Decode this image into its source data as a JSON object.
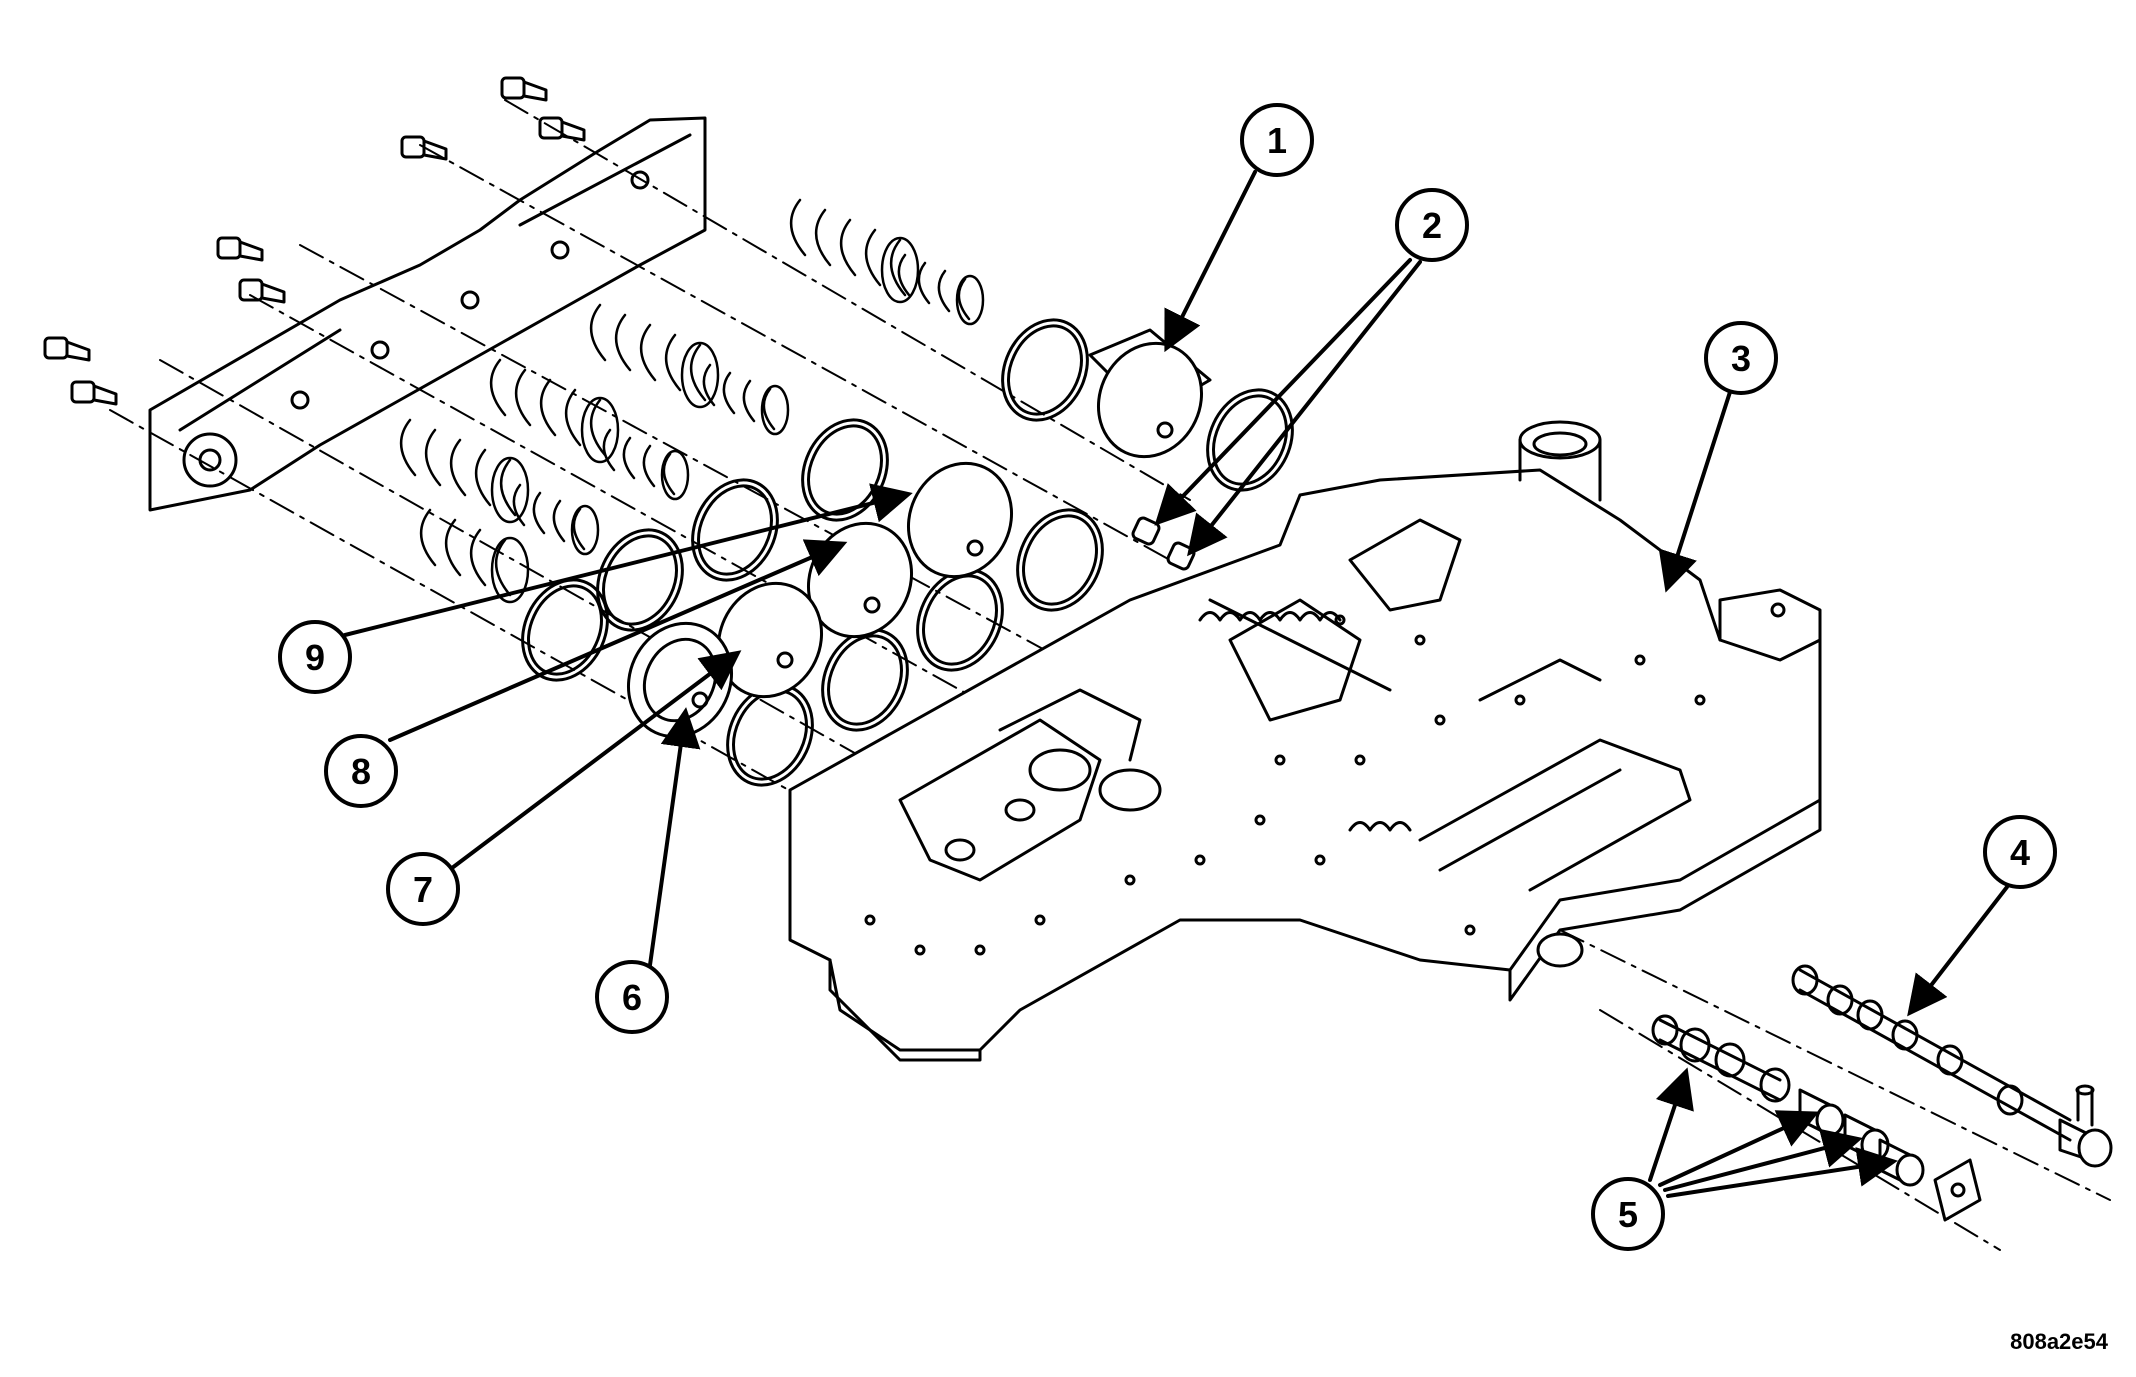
{
  "callouts": [
    {
      "id": 1,
      "label": "1"
    },
    {
      "id": 2,
      "label": "2"
    },
    {
      "id": 3,
      "label": "3"
    },
    {
      "id": 4,
      "label": "4"
    },
    {
      "id": 5,
      "label": "5"
    },
    {
      "id": 6,
      "label": "6"
    },
    {
      "id": 7,
      "label": "7"
    },
    {
      "id": 8,
      "label": "8"
    },
    {
      "id": 9,
      "label": "9"
    }
  ],
  "figure_id": "808a2e54",
  "colors": {
    "line": "#000000",
    "background": "#ffffff"
  }
}
